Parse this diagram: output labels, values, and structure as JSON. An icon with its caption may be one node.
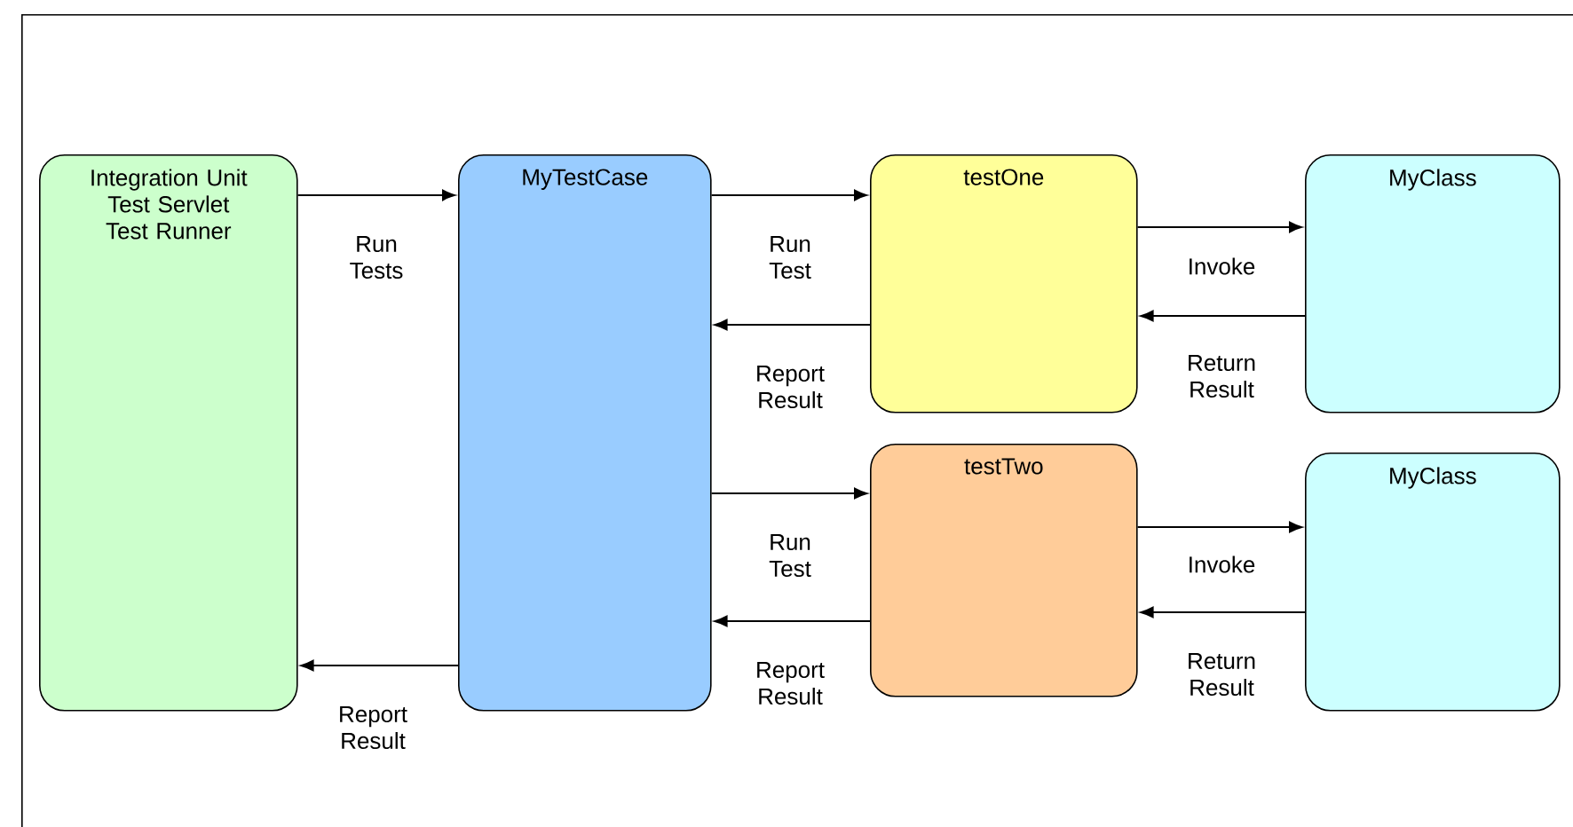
{
  "diagram": {
    "nodes": [
      {
        "text": [],
        "shape": "box"
      },
      {
        "text": [
          "Integration Unit Test Servlet Test Runner"
        ],
        "in": 0
      },
      {
        "text": [
          "MyTestCase"
        ],
        "in": 0
      },
      {
        "text": [
          "testOne"
        ],
        "in": 0
      },
      {
        "text": [
          "MyClass"
        ],
        "in": 0
      },
      {
        "text": [
          "testTwo"
        ],
        "in": 0
      },
      {
        "text": [
          "MyClass"
        ],
        "in": 0
      }
    ],
    "edges": [
      {
        "from": 1,
        "to": 2,
        "arrow": "to",
        "label": "Run Tests"
      },
      {
        "from": 2,
        "to": 3,
        "arrow": "to",
        "label": "Run Test"
      },
      {
        "from": 3,
        "to": 2,
        "arrow": "to",
        "label": "Report Result"
      },
      {
        "from": 3,
        "to": 4,
        "arrow": "to",
        "label": "Invoke"
      },
      {
        "from": 4,
        "to": 3,
        "arrow": "to",
        "label": "Return Result"
      },
      {
        "from": 2,
        "to": 5,
        "arrow": "to",
        "label": "Run Test"
      },
      {
        "from": 5,
        "to": 2,
        "arrow": "to",
        "label": "Report Result"
      },
      {
        "from": 5,
        "to": 6,
        "arrow": "to",
        "label": "Invoke"
      },
      {
        "from": 6,
        "to": 5,
        "arrow": "to",
        "label": "Return Result"
      },
      {
        "from": 2,
        "to": 1,
        "arrow": "to",
        "label": "Report Result"
      }
    ]
  }
}
